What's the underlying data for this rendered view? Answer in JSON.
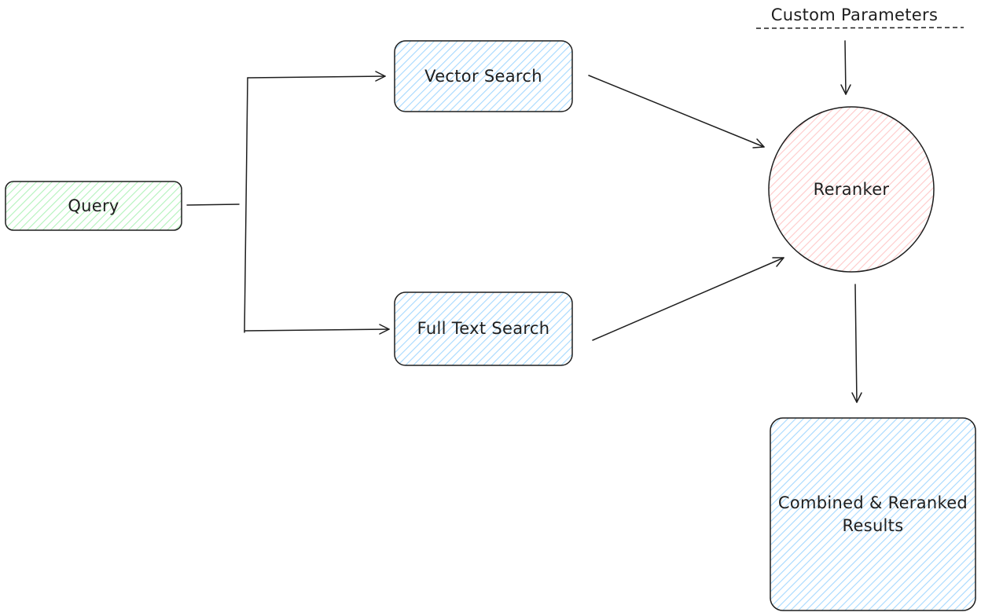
{
  "nodes": {
    "query": {
      "label": "Query",
      "fill": "#b2f2bb"
    },
    "vector_search": {
      "label": "Vector Search",
      "fill": "#a5d8ff"
    },
    "full_text_search": {
      "label": "Full Text Search",
      "fill": "#a5d8ff"
    },
    "reranker": {
      "label": "Reranker",
      "fill": "#ffc9c9"
    },
    "combined_results": {
      "label_line1": "Combined & Reranked",
      "label_line2": "Results",
      "fill": "#a5d8ff"
    }
  },
  "annotations": {
    "custom_parameters": "Custom Parameters"
  },
  "colors": {
    "stroke": "#1e1e1e",
    "background": "#ffffff"
  }
}
